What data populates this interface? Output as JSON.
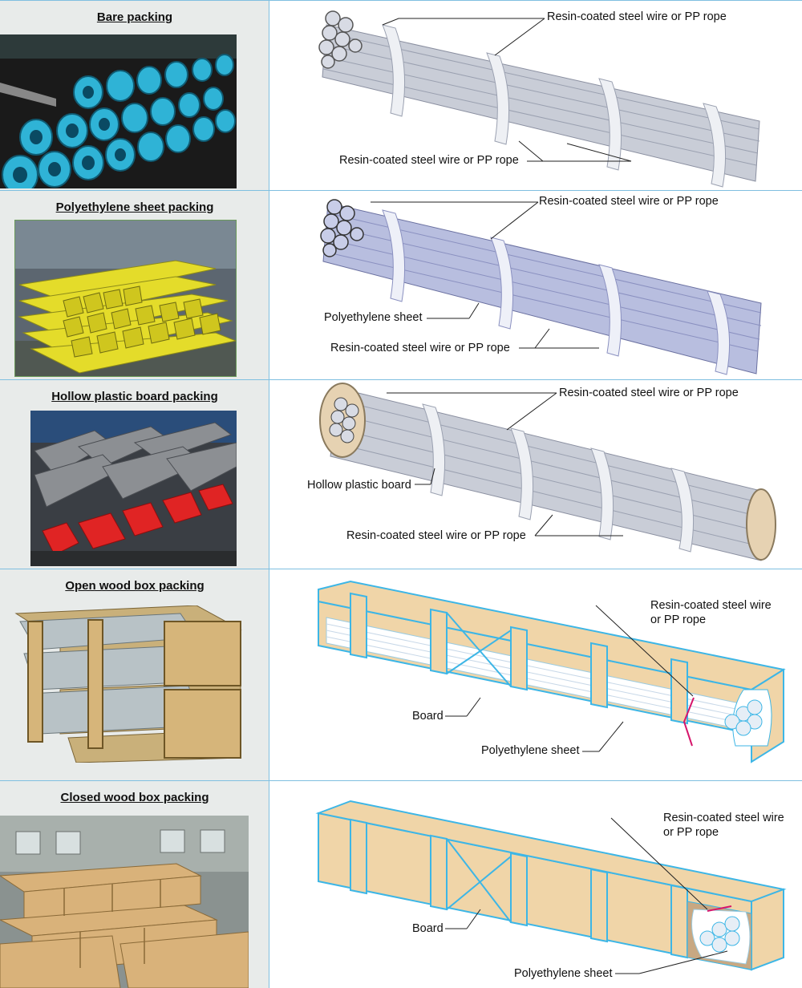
{
  "sections": [
    {
      "title": "Bare packing",
      "labels": [
        "Resin-coated steel wire or PP rope",
        "Resin-coated steel wire or PP rope"
      ]
    },
    {
      "title": "Polyethylene sheet packing",
      "labels": [
        "Resin-coated steel wire or PP rope",
        "Polyethylene sheet",
        "Resin-coated steel wire or PP rope"
      ]
    },
    {
      "title": "Hollow plastic board packing",
      "labels": [
        "Resin-coated steel wire or PP rope",
        "Hollow plastic board",
        "Resin-coated steel wire or PP rope"
      ]
    },
    {
      "title": "Open wood box packing",
      "labels": [
        "Resin-coated steel wire",
        "or PP rope",
        "Board",
        "Polyethylene sheet"
      ]
    },
    {
      "title": "Closed wood box packing",
      "labels": [
        "Resin-coated steel wire",
        "or PP rope",
        "Board",
        "Polyethylene sheet"
      ]
    }
  ],
  "colors": {
    "border": "#7fbfe0",
    "panel": "#e8ebea",
    "pipe_grey": "#c8ccd6",
    "pipe_blue": "#b8bfe0",
    "wood": "#f0d5a8",
    "wood_edge": "#3db6e6"
  }
}
